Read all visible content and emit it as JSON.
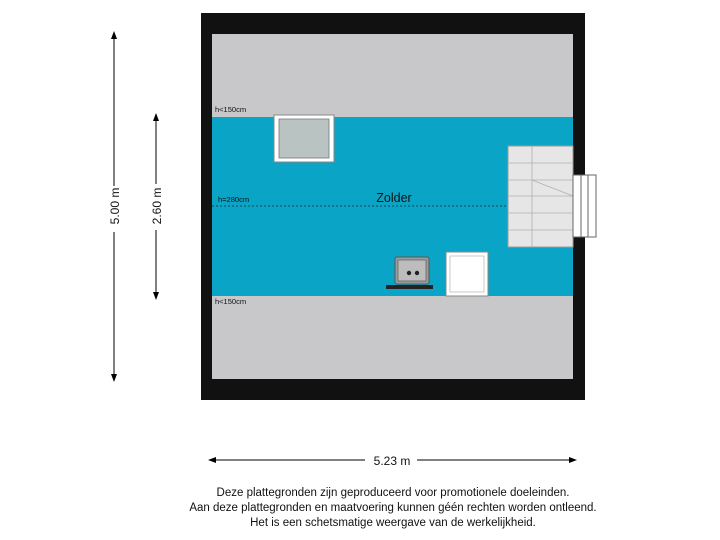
{
  "room": {
    "name": "Zolder",
    "height_low_top": "h<150cm",
    "height_center": "h=280cm",
    "height_low_bottom": "h<150cm"
  },
  "dimensions": {
    "total_depth": "5.00 m",
    "full_height_zone_depth": "2.60 m",
    "width": "5.23 m"
  },
  "colors": {
    "wall": "#111111",
    "low_ceiling_zone": "#c8c8ca",
    "full_height_zone": "#0aa5c6"
  },
  "disclaimer": [
    "Deze plattegronden zijn geproduceerd voor promotionele doeleinden.",
    "Aan deze plattegronden en maatvoering kunnen géén rechten worden ontleend.",
    "Het is een schetsmatige weergave van de werkelijkheid."
  ]
}
